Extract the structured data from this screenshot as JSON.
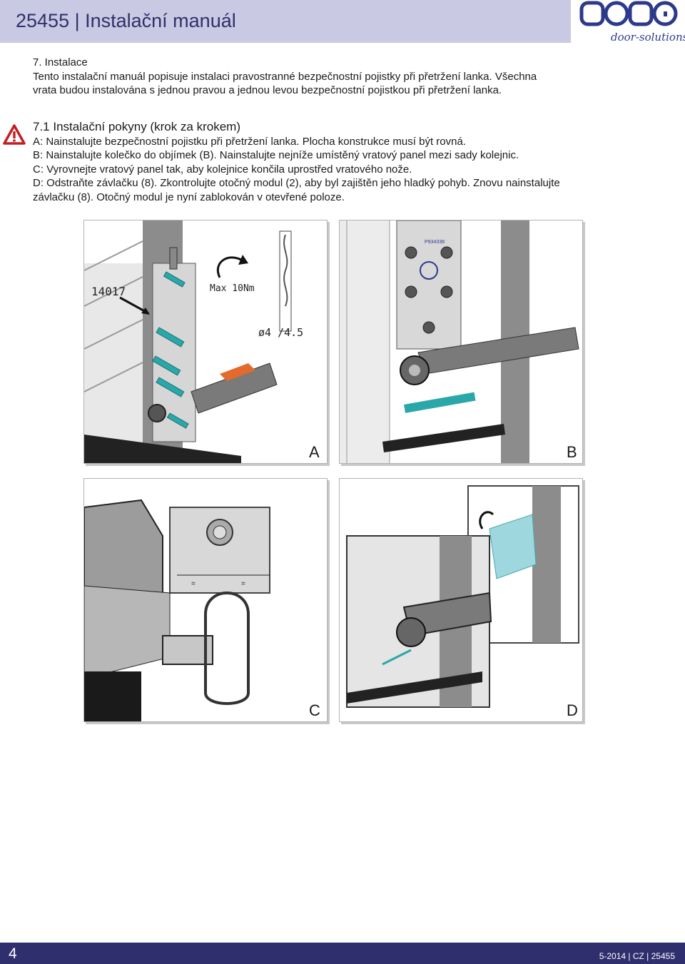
{
  "header": {
    "title": "25455 | Instalační manuál",
    "logo_text": "DOCO",
    "logo_tagline": "door-solutions"
  },
  "intro": {
    "section": "7. Instalace",
    "line1": "Tento instalační manuál popisuje instalaci pravostranné bezpečnostní pojistky při přetržení lanka. Všechna",
    "line2": "vrata budou instalována s jednou pravou a jednou levou bezpečnostní pojistkou při přetržení lanka."
  },
  "steps": {
    "heading": "7.1 Instalační pokyny (krok za krokem)",
    "lines": [
      "A:   Nainstalujte bezpečnostní pojistku při přetržení lanka. Plocha konstrukce musí být rovná.",
      "B:   Nainstalujte kolečko do objímek (B). Nainstalujte nejníže umístěný vratový panel mezi sady kolejnic.",
      "C:   Vyrovnejte vratový panel tak, aby kolejnice končila uprostřed vratového nože.",
      "D:   Odstraňte závlačku (8). Zkontrolujte otočný modul (2), aby byl zajištěn jeho hladký pohyb. Znovu nainstalujte",
      "závlačku (8). Otočný modul je nyní zablokován v otevřené poloze."
    ],
    "warning_icon": "warning-triangle-icon"
  },
  "figures": {
    "a": {
      "letter": "A",
      "part_label": "14017",
      "torque_label": "Max 10Nm",
      "drill_label": "ø4 /4.5"
    },
    "b": {
      "letter": "B",
      "stamp_text": "P934338"
    },
    "c": {
      "letter": "C"
    },
    "d": {
      "letter": "D"
    }
  },
  "footer": {
    "page_number": "4",
    "meta": "5-2014 | CZ | 25455"
  },
  "colors": {
    "header_band": "#c9c9e4",
    "title_text": "#30306a",
    "footer_bar": "#2f2f6e",
    "logo_blue": "#2d3a8c",
    "screw_teal": "#2aa7a9",
    "accent_orange": "#e26a2c",
    "warning_red": "#c41e24"
  }
}
